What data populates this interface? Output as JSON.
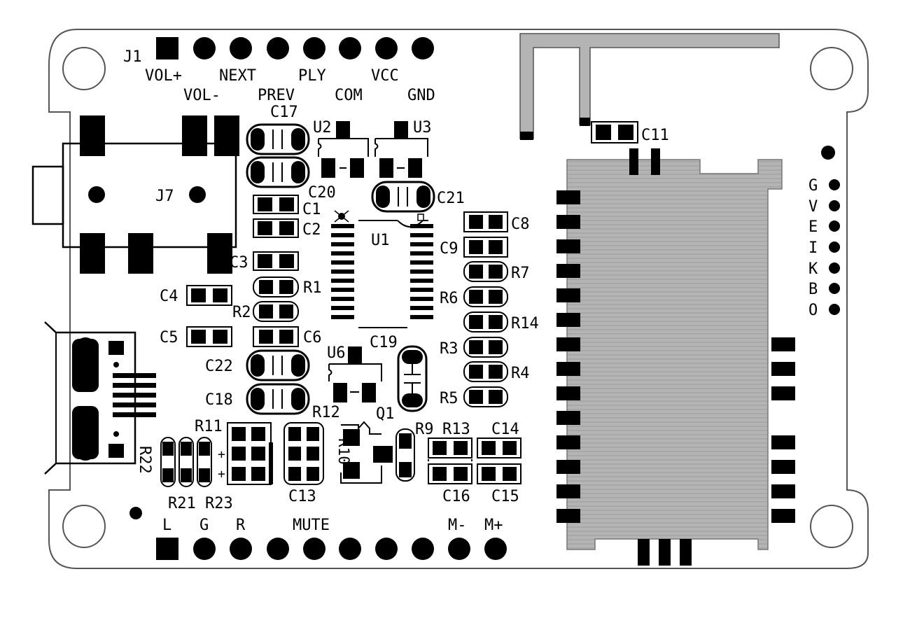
{
  "header_pins": {
    "connector_label": "J1",
    "top_labels": [
      "VOL+",
      "NEXT",
      "PLY",
      "VCC"
    ],
    "bottom_labels": [
      "VOL-",
      "PREV",
      "COM",
      "GND"
    ]
  },
  "footer_pins": {
    "labels": [
      "L",
      "G",
      "R",
      "MUTE",
      "M-",
      "M+"
    ]
  },
  "side_pins": {
    "labels": [
      "G",
      "V",
      "E",
      "I",
      "K",
      "B",
      "O"
    ]
  },
  "components": {
    "J7": "J7",
    "U1": "U1",
    "U2": "U2",
    "U3": "U3",
    "U6": "U6",
    "Q1": "Q1",
    "C1": "C1",
    "C2": "C2",
    "C3": "C3",
    "C4": "C4",
    "C5": "C5",
    "C6": "C6",
    "C8": "C8",
    "C9": "C9",
    "C11": "C11",
    "C13": "C13",
    "C14": "C14",
    "C15": "C15",
    "C16": "C16",
    "C17": "C17",
    "C18": "C18",
    "C19": "C19",
    "C20": "C20",
    "C21": "C21",
    "C22": "C22",
    "R1": "R1",
    "R2": "R2",
    "R3": "R3",
    "R4": "R4",
    "R5": "R5",
    "R6": "R6",
    "R7": "R7",
    "R9": "R9",
    "R10": "R10",
    "R11": "R11",
    "R12": "R12",
    "R13": "R13",
    "R14": "R14",
    "R21": "R21",
    "R22": "R22",
    "R23": "R23"
  },
  "colors": {
    "board_fill": "#ffffff",
    "outline": "#555555",
    "copper": "#000000",
    "module_fill": "#aaaaaa"
  }
}
